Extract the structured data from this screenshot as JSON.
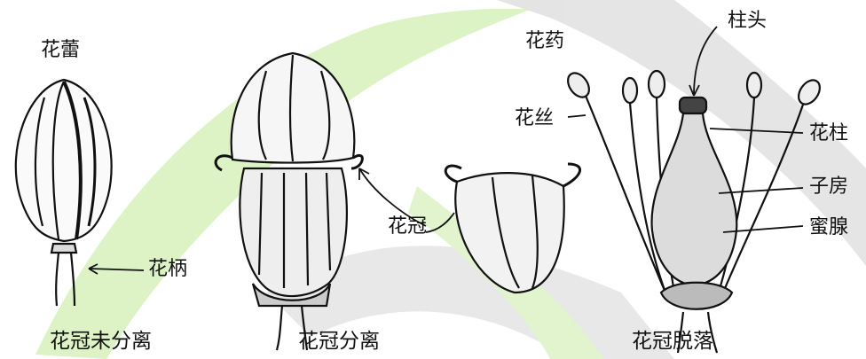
{
  "labels": {
    "bud": "花蕾",
    "pedicel": "花柄",
    "corolla": "花冠",
    "anther": "花药",
    "filament": "花丝",
    "stigma": "柱头",
    "style": "花柱",
    "ovary": "子房",
    "nectary": "蜜腺"
  },
  "captions": {
    "stage1": "花冠未分离",
    "stage2": "花冠分离",
    "stage3": "花冠脱落"
  },
  "colors": {
    "ink": "#111111",
    "watermark_green": "#d6f0b8",
    "watermark_gray": "#dcdcdc"
  }
}
